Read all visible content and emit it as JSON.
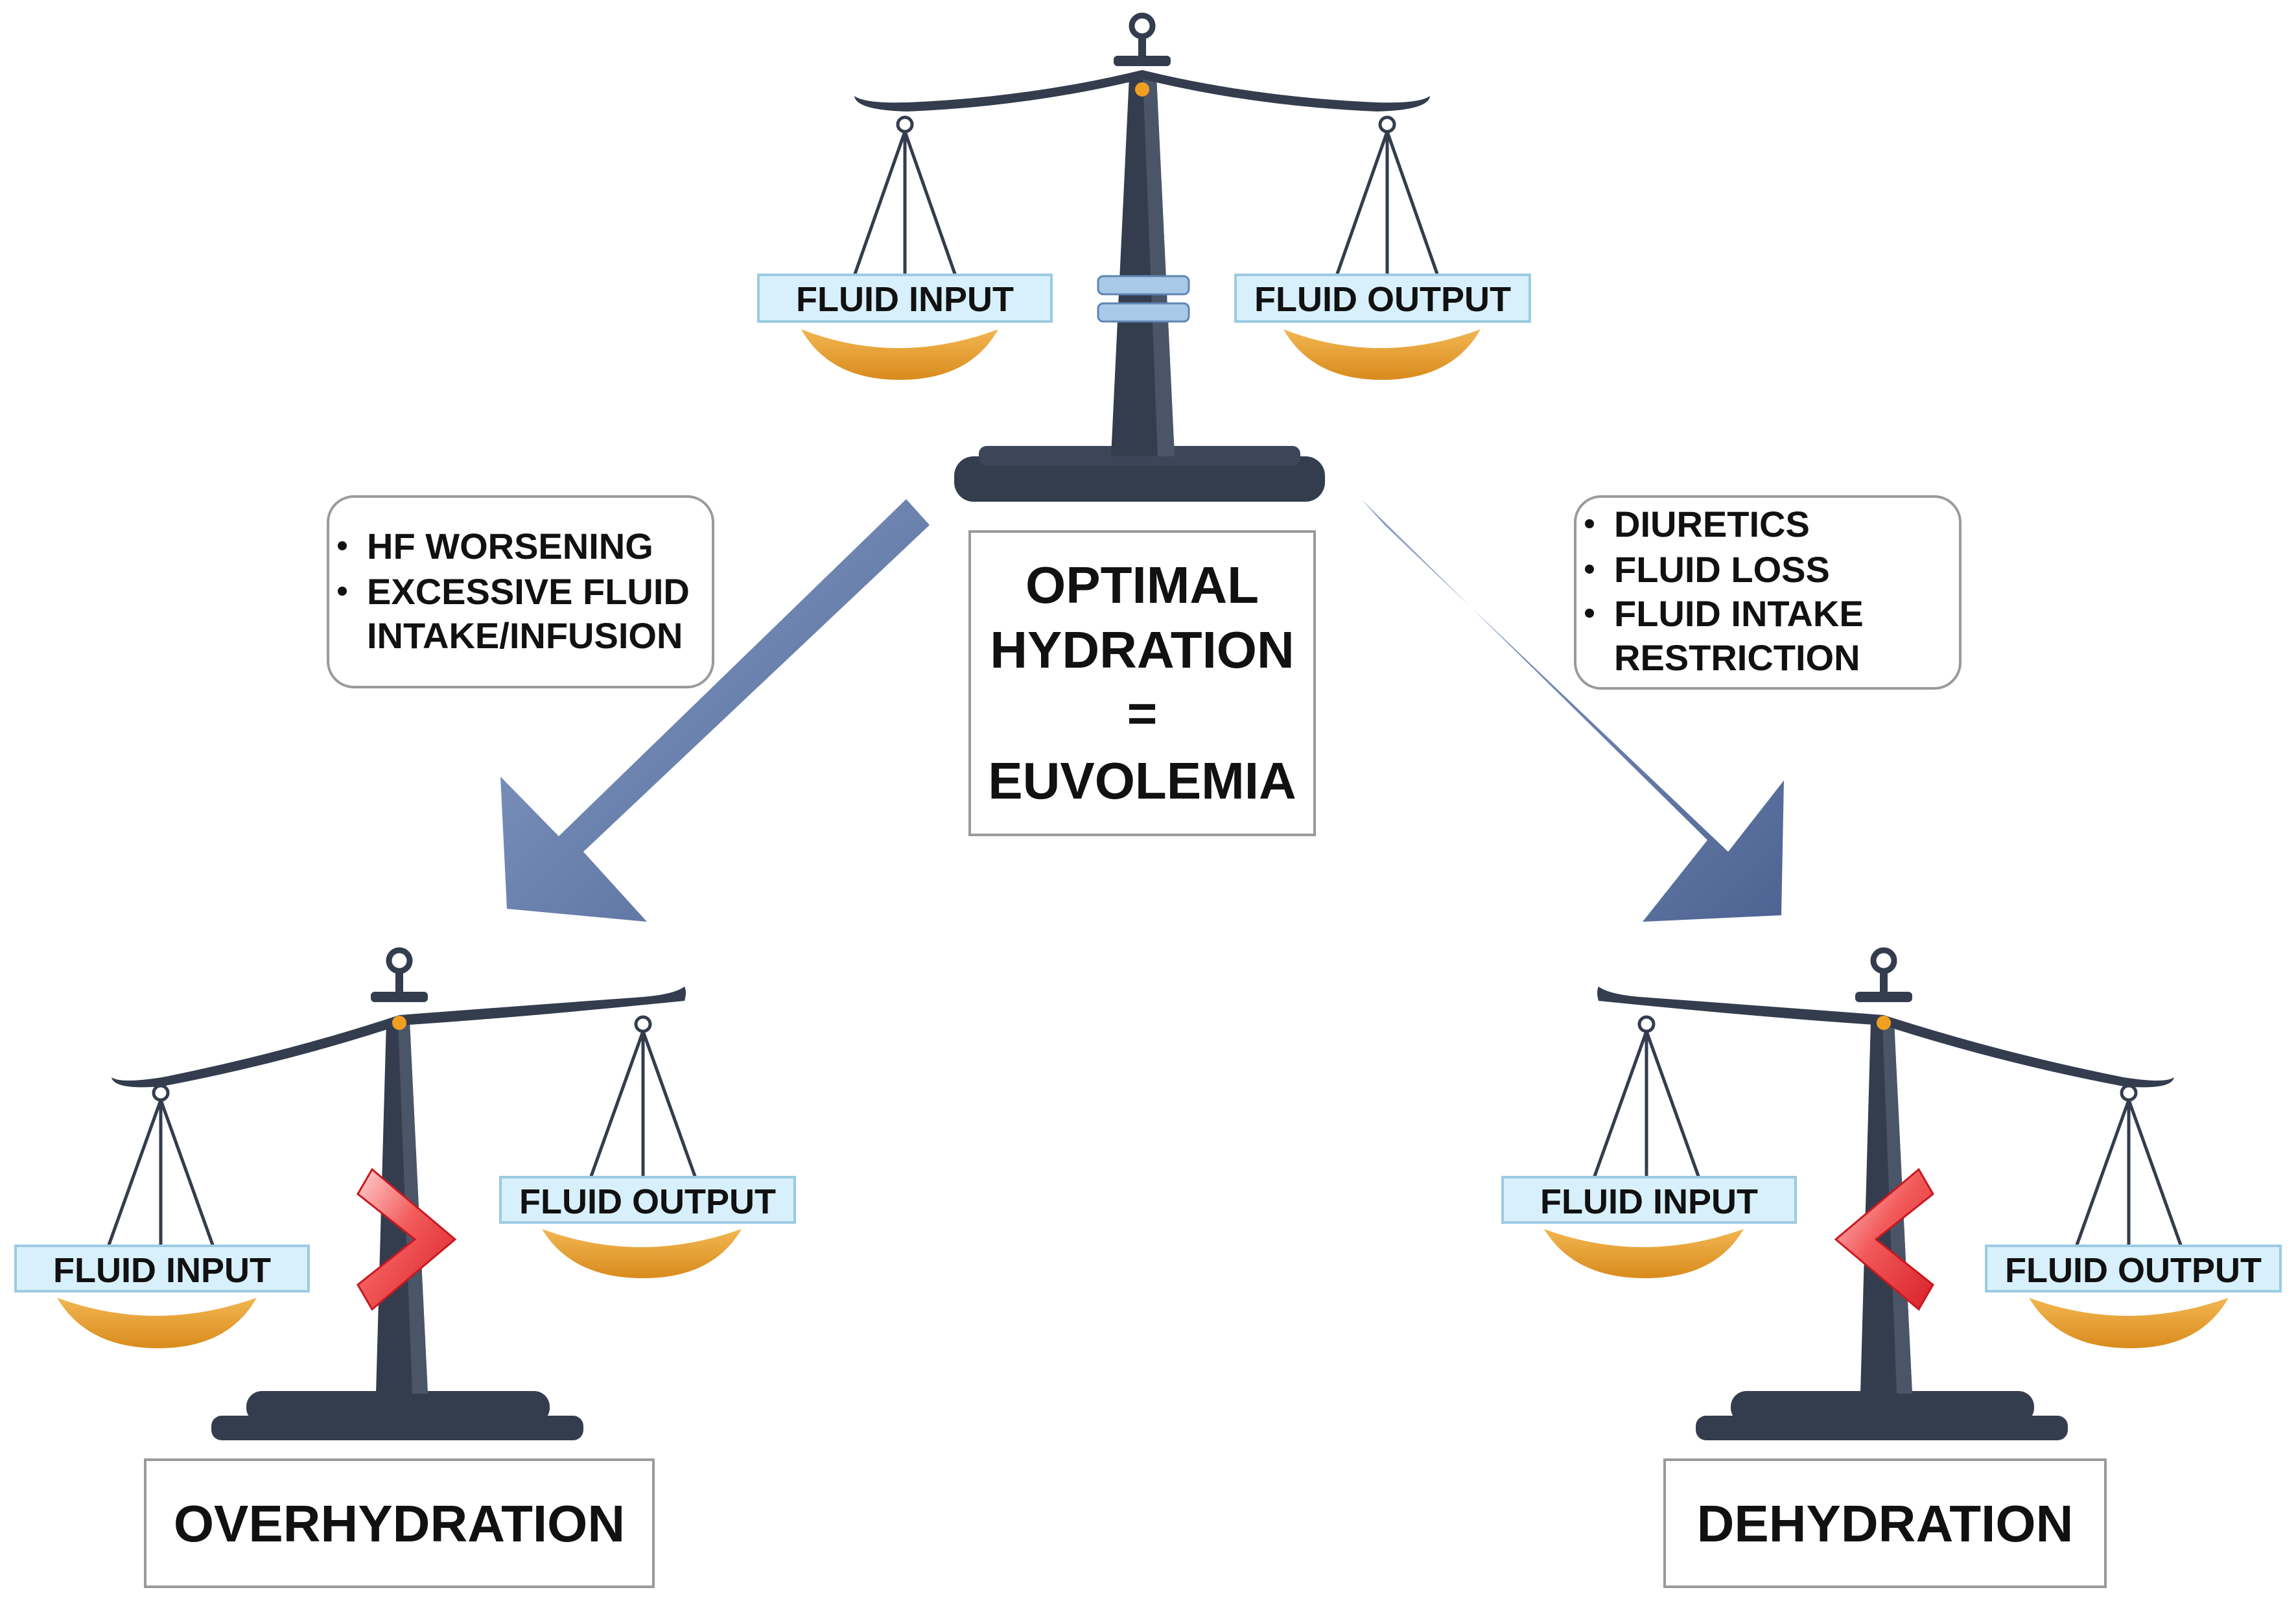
{
  "colors": {
    "scale_dark": "#343d4e",
    "scale_mid": "#4a5568",
    "pan_gold": "#e8a53c",
    "pan_shade": "#d68a1f",
    "label_bg": "#d8f0fb",
    "label_border": "#9ccbe2",
    "arrow_blue": "#6a82ad",
    "arrow_dark": "#44577e",
    "symbol_red": "#e8323a",
    "equal_blue": "#a9c9e8",
    "pivot_orange": "#f0a020"
  },
  "top_scale": {
    "left_pan_label": "FLUID INPUT",
    "right_pan_label": "FLUID OUTPUT",
    "relation": "equal"
  },
  "center_box": {
    "lines": [
      "OPTIMAL",
      "HYDRATION",
      "=",
      "EUVOLEMIA"
    ]
  },
  "left_causes": {
    "items": [
      {
        "lines": [
          "HF WORSENING"
        ]
      },
      {
        "lines": [
          "EXCESSIVE FLUID",
          "INTAKE/INFUSION"
        ]
      }
    ]
  },
  "right_causes": {
    "items": [
      {
        "lines": [
          "DIURETICS"
        ]
      },
      {
        "lines": [
          "FLUID LOSS"
        ]
      },
      {
        "lines": [
          "FLUID INTAKE",
          "RESTRICTION"
        ]
      }
    ]
  },
  "left_scale": {
    "left_pan_label": "FLUID INPUT",
    "right_pan_label": "FLUID OUTPUT",
    "relation": "greater-than",
    "state_label": "OVERHYDRATION"
  },
  "right_scale": {
    "left_pan_label": "FLUID INPUT",
    "right_pan_label": "FLUID OUTPUT",
    "relation": "less-than",
    "state_label": "DEHYDRATION"
  }
}
